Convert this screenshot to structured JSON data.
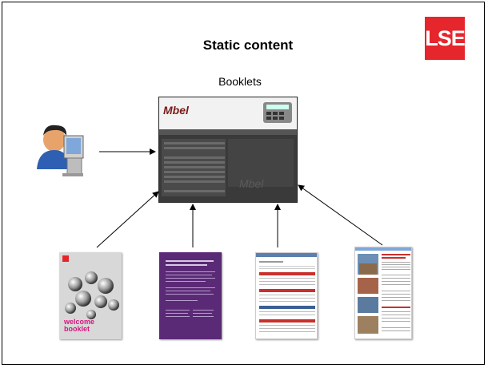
{
  "header": {
    "title": "Static content",
    "logo_text": "LSE",
    "logo_color": "#e5262c"
  },
  "diagram": {
    "label": "Booklets",
    "nodes": [
      {
        "id": "user",
        "icon": "user-at-computer-icon"
      },
      {
        "id": "website",
        "icon": "website-screenshot"
      },
      {
        "id": "booklet-1",
        "icon": "welcome-booklet-cover",
        "text": "welcome booklet"
      },
      {
        "id": "booklet-2",
        "icon": "purple-booklet-page"
      },
      {
        "id": "booklet-3",
        "icon": "table-booklet-page"
      },
      {
        "id": "booklet-4",
        "icon": "photo-booklet-page"
      }
    ]
  },
  "site": {
    "logo": "Mbel"
  }
}
